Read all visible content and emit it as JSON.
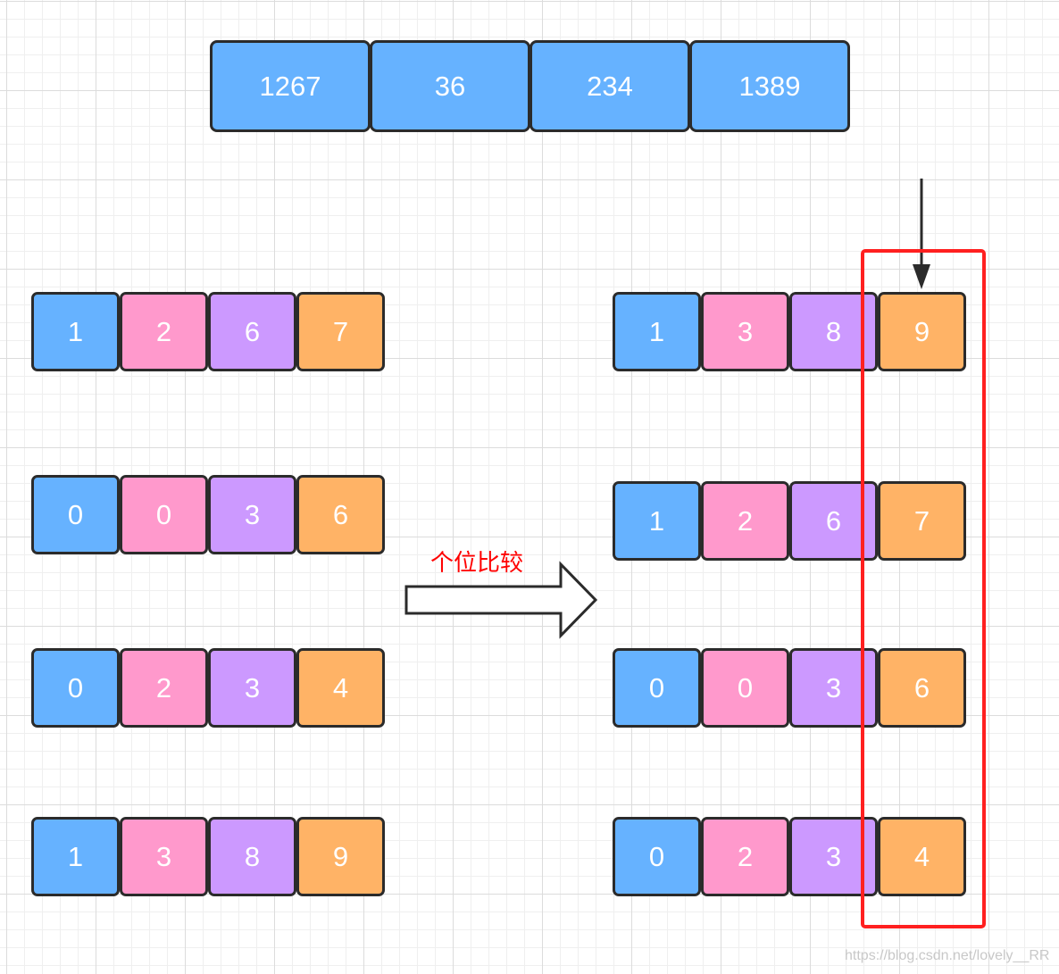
{
  "top_numbers": [
    "1267",
    "36",
    "234",
    "1389"
  ],
  "left_rows": [
    [
      "1",
      "2",
      "6",
      "7"
    ],
    [
      "0",
      "0",
      "3",
      "6"
    ],
    [
      "0",
      "2",
      "3",
      "4"
    ],
    [
      "1",
      "3",
      "8",
      "9"
    ]
  ],
  "right_rows": [
    [
      "1",
      "3",
      "8",
      "9"
    ],
    [
      "1",
      "2",
      "6",
      "7"
    ],
    [
      "0",
      "0",
      "3",
      "6"
    ],
    [
      "0",
      "2",
      "3",
      "4"
    ]
  ],
  "compare_label": "个位比较",
  "watermark": "https://blog.csdn.net/lovely__RR",
  "colors": {
    "digit_1": "#66b2ff",
    "digit_2": "#ff99cc",
    "digit_3": "#cc99ff",
    "digit_4": "#ffb366",
    "highlight": "#ff2020",
    "border": "#2b2b2b"
  }
}
